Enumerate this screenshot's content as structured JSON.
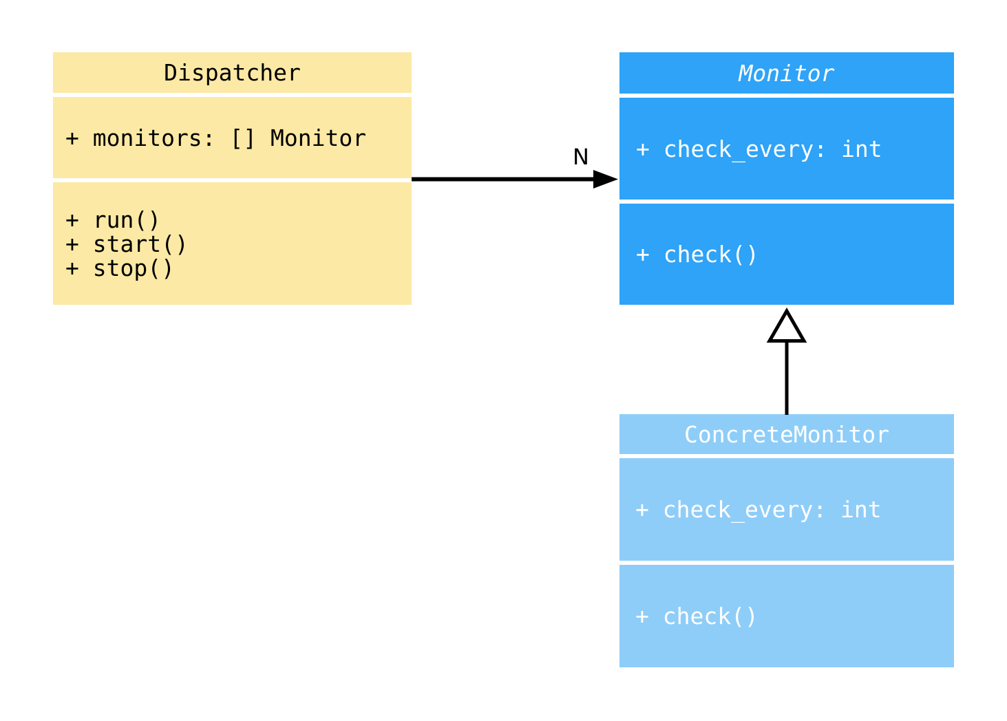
{
  "diagram": {
    "type": "uml-class-diagram",
    "background": "#FFFFFF",
    "line_color": "#000000",
    "classes": [
      {
        "name": "Dispatcher",
        "abstract": false,
        "attributes": [
          "+ monitors: [] Monitor"
        ],
        "methods": [
          "+ run()",
          "+ start()",
          "+ stop()"
        ],
        "fill": "#FBE9A5",
        "text_color": "#000000"
      },
      {
        "name": "Monitor",
        "abstract": true,
        "attributes": [
          "+ check_every: int"
        ],
        "methods": [
          "+ check()"
        ],
        "fill": "#2EA3F7",
        "text_color": "#FFFFFF"
      },
      {
        "name": "ConcreteMonitor",
        "abstract": false,
        "attributes": [
          "+ check_every: int"
        ],
        "methods": [
          "+ check()"
        ],
        "fill": "#8ECDF8",
        "text_color": "#FFFFFF"
      }
    ],
    "relations": [
      {
        "type": "association",
        "from": "Dispatcher",
        "to": "Monitor",
        "label": "N"
      },
      {
        "type": "generalization",
        "from": "ConcreteMonitor",
        "to": "Monitor",
        "label": ""
      }
    ]
  }
}
